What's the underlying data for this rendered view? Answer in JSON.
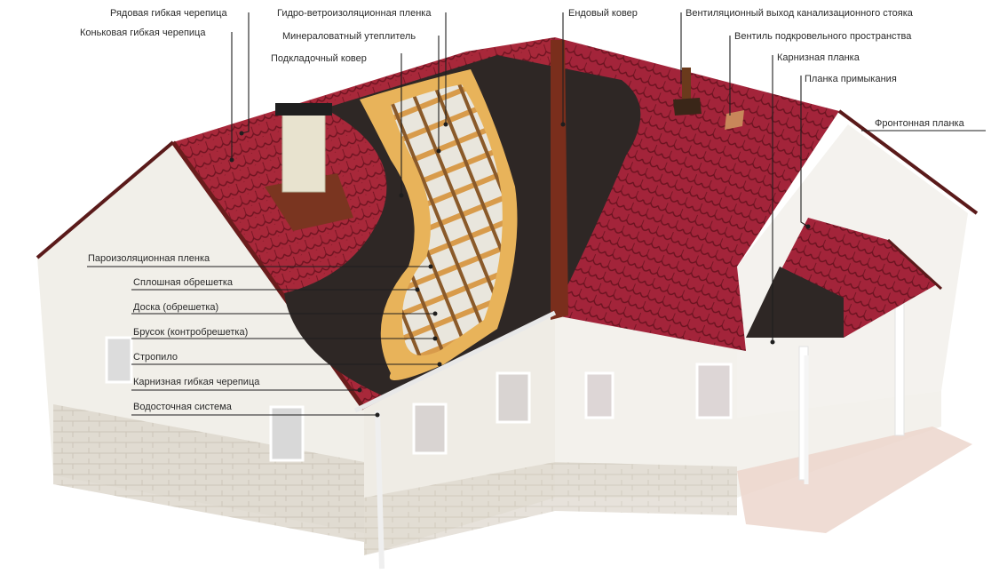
{
  "diagram": {
    "title": "Roof construction with flexible shingles",
    "colors": {
      "shingle": "#a8283a",
      "shingle_dark": "#7e1a28",
      "underlay": "#2e2725",
      "wood": "#e8b35a",
      "wall": "#f1efe9",
      "plinth": "#d8d2c6",
      "porch": "#ecd6cc",
      "valley": "#7a2e1c",
      "chimney": "#e8e3cf",
      "leader": "#1e1e1e"
    },
    "labels_top": [
      {
        "id": "row-shingle",
        "text": "Рядовая гибкая черепица"
      },
      {
        "id": "ridge-shingle",
        "text": "Коньковая гибкая черепица"
      },
      {
        "id": "wind-membrane",
        "text": "Гидро-ветроизоляционная пленка"
      },
      {
        "id": "mineral-wool",
        "text": "Минераловатный утеплитель"
      },
      {
        "id": "underlay-carpet",
        "text": "Подкладочный ковер"
      },
      {
        "id": "valley-carpet",
        "text": "Ендовый ковер"
      },
      {
        "id": "sewer-vent",
        "text": "Вентиляционный выход канализационного стояка"
      },
      {
        "id": "roof-vent",
        "text": "Вентиль подкровельного пространства"
      },
      {
        "id": "eave-strip",
        "text": "Карнизная планка"
      },
      {
        "id": "abutment-strip",
        "text": "Планка примыкания"
      },
      {
        "id": "gable-strip",
        "text": "Фронтонная планка"
      }
    ],
    "labels_left": [
      {
        "id": "vapor-barrier",
        "text": "Пароизоляционная пленка"
      },
      {
        "id": "solid-sheathing",
        "text": "Сплошная обрешетка"
      },
      {
        "id": "board-lathing",
        "text": "Доска (обрешетка)"
      },
      {
        "id": "counter-batten",
        "text": "Брусок (контробрешетка)"
      },
      {
        "id": "rafter",
        "text": "Стропило"
      },
      {
        "id": "eave-shingle",
        "text": "Карнизная гибкая черепица"
      },
      {
        "id": "gutter-system",
        "text": "Водосточная система"
      }
    ]
  }
}
